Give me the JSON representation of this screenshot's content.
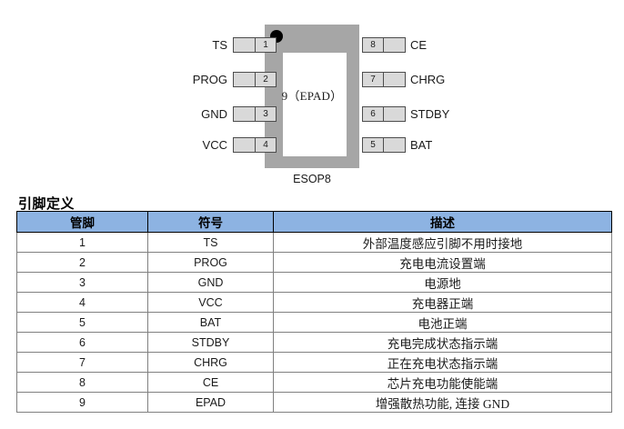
{
  "package_diagram": {
    "package_name": "ESOP8",
    "center_label": "9（EPAD）",
    "pin_dot_name": "pin-1-marker",
    "left_pins": [
      {
        "number": "1",
        "label": "TS"
      },
      {
        "number": "2",
        "label": "PROG"
      },
      {
        "number": "3",
        "label": "GND"
      },
      {
        "number": "4",
        "label": "VCC"
      }
    ],
    "right_pins": [
      {
        "number": "8",
        "label": "CE"
      },
      {
        "number": "7",
        "label": "CHRG"
      },
      {
        "number": "6",
        "label": "STDBY"
      },
      {
        "number": "5",
        "label": "BAT"
      }
    ],
    "colors": {
      "body": "#a6a6a6",
      "cavity": "#ffffff",
      "pin": "#d9d9d9",
      "pin_border": "#4d4d4d",
      "dot": "#000000"
    }
  },
  "section": {
    "title": "引脚定义"
  },
  "table": {
    "headers": [
      "管脚",
      "符号",
      "描述"
    ],
    "rows": [
      {
        "pin": "1",
        "symbol": "TS",
        "description": "外部温度感应引脚不用时接地"
      },
      {
        "pin": "2",
        "symbol": "PROG",
        "description": "充电电流设置端"
      },
      {
        "pin": "3",
        "symbol": "GND",
        "description": "电源地"
      },
      {
        "pin": "4",
        "symbol": "VCC",
        "description": "充电器正端"
      },
      {
        "pin": "5",
        "symbol": "BAT",
        "description": "电池正端"
      },
      {
        "pin": "6",
        "symbol": "STDBY",
        "description": "充电完成状态指示端"
      },
      {
        "pin": "7",
        "symbol": "CHRG",
        "description": "正在充电状态指示端"
      },
      {
        "pin": "8",
        "symbol": "CE",
        "description": "芯片充电功能使能端"
      },
      {
        "pin": "9",
        "symbol": "EPAD",
        "description": "增强散热功能, 连接 GND"
      }
    ],
    "header_color": "#8db3e2",
    "border_color": "#808080"
  }
}
